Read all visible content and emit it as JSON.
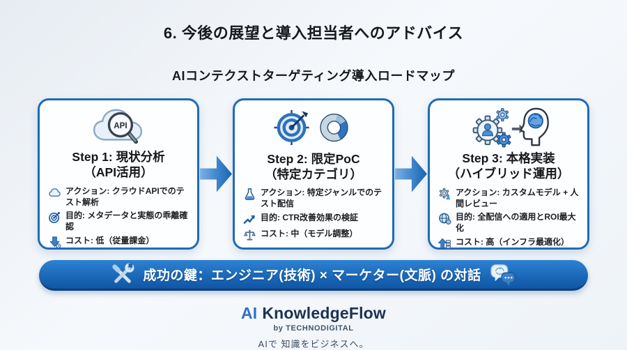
{
  "header": {
    "title": "6. 今後の展望と導入担当者へのアドバイス",
    "subtitle": "AIコンテクストターゲティング導入ロードマップ"
  },
  "steps": [
    {
      "main_icon": "cloud-api-magnifier-icon",
      "title": "Step 1: 現状分析",
      "subtitle": "（API活用）",
      "bullets": [
        {
          "icon": "cloud-icon",
          "text": "アクション: クラウドAPIでのテスト解析"
        },
        {
          "icon": "target-icon",
          "text": "目的: メタデータと実態の乖離確認"
        },
        {
          "icon": "cost-down-arrow-icon",
          "text": "コスト: 低（従量課金）"
        }
      ]
    },
    {
      "main_icon": "dartboard-and-donut-chart-icon",
      "title": "Step 2: 限定PoC",
      "subtitle": "（特定カテゴリ）",
      "bullets": [
        {
          "icon": "flask-icon",
          "text": "アクション: 特定ジャンルでのテスト配信"
        },
        {
          "icon": "trend-up-icon",
          "text": "目的: CTR改善効果の検証"
        },
        {
          "icon": "balance-scale-icon",
          "text": "コスト: 中（モデル調整）"
        }
      ]
    },
    {
      "main_icon": "gears-person-brain-icon",
      "title": "Step 3: 本格実装",
      "subtitle": "（ハイブリッド運用）",
      "bullets": [
        {
          "icon": "gear-person-icon",
          "text": "アクション: カスタムモデル + 人間レビュー"
        },
        {
          "icon": "globe-money-icon",
          "text": "目的: 全配信への適用とROI最大化"
        },
        {
          "icon": "cost-up-arrow-icon",
          "text": "コスト: 高（インフラ最適化）"
        }
      ]
    }
  ],
  "banner": {
    "left_icon": "crossed-tools-icon",
    "text": "成功の鍵：エンジニア(技術) × マーケター(文脈) の対話",
    "right_icon": "brain-chat-icon"
  },
  "footer": {
    "brand_ai": "AI",
    "brand_name": "KnowledgeFlow",
    "byline": "by TECHNODIGITAL",
    "tagline": "AIで 知識をビジネスへ。"
  },
  "colors": {
    "card_border": "#1e6cb4",
    "banner_top": "#2d82d3",
    "banner_bottom": "#0f57a6",
    "accent_blue": "#2f74c0",
    "brand_ai_blue": "#2e6fd0",
    "brand_navy": "#1c3254"
  }
}
